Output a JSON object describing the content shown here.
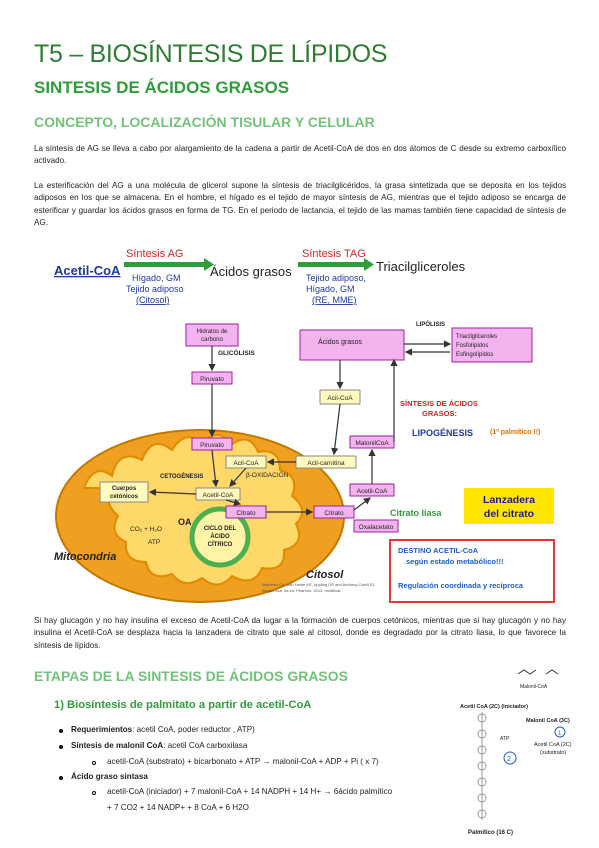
{
  "title": "T5 – BIOSÍNTESIS DE LÍPIDOS",
  "section_title": "SINTESIS DE ÁCIDOS GRASOS",
  "subsection_1": "CONCEPTO, LOCALIZACIÓN TISULAR Y CELULAR",
  "paragraphs": {
    "p1": "La síntesis de AG se lleva a cabo por alargamiento de la cadena a partir de Acetil-CoA de dos en dos átomos de C desde su extremo carboxílico activado.",
    "p2": "La esterificación del AG a una molécula de glicerol supone la síntesis de triacilglicéridos, la grasa sintetizada que se deposita en los tejidos adiposos en los que se almacena. En el hombre, el hígado es el tejido de mayor síntesis de AG, mientras que el tejido adiposo se encarga de esterificar y guardar los ácidos grasos en forma de TG. En el periodo de lactancia, el tejido de las mamas también tiene capacidad de síntesis de AG.",
    "p3": "Si hay glucagón y no hay insulina el exceso de Acetil-CoA da lugar a la formación de cuerpos cetónicos, mientras que si hay glucagón y no hay insulina el Acetil-CoA se desplaza hacia la lanzadera de citrato que sale al citosol, donde es degradado por la citrato liasa, lo que favorece la síntesis de lípidos."
  },
  "figure": {
    "acetil_coa": "Acetil-CoA",
    "sintesis_ag": "Síntesis AG",
    "sintesis_ag_loc1": "Hígado, GM",
    "sintesis_ag_loc2": "Tejido adiposo",
    "sintesis_ag_loc3": "(Citosol)",
    "acidos_grasos": "Ácidos grasos",
    "sintesis_tag": "Síntesis TAG",
    "sintesis_tag_loc1": "Tejido adiposo,",
    "sintesis_tag_loc2": "Hígado, GM",
    "sintesis_tag_loc3": "(RE, MME)",
    "triacilgliceroles": "Triacilgliceroles",
    "hidratos_1": "Hidratos de",
    "hidratos_2": "carbono",
    "glucolisis": "GLICÓLISIS",
    "piruvato_cyt": "Piruvato",
    "piruvato_mit": "Piruvato",
    "acidos_grasos_box": "Ácidos grasos",
    "lipolisis": "LIPÓLISIS",
    "lip_1": "Triacilgliceroles",
    "lip_2": "Fosfolípidos",
    "lip_3": "Esfingolípidos",
    "acil_coa_cyt": "Acil-CoA",
    "acil_coa_mit": "Acil-CoA",
    "b_oxidacion": "β-OXIDACIÓN",
    "acil_carnitina": "Acil-carnitina",
    "malonil_coa": "MalonilCoA",
    "sintesis_acidos_1": "SÍNTESIS DE ÁCIDOS",
    "sintesis_acidos_2": "GRASOS:",
    "lipogenesis": "LIPOGÉNESIS",
    "palmitico_note": "(1º palmítico !!)",
    "cetogenesis": "CETOGÉNESIS",
    "cuerpos_1": "Cuerpos",
    "cuerpos_2": "cetónicos",
    "acetil_coa_mit": "Acetil-CoA",
    "acetil_coa_cyt": "Acetil-CoA",
    "citrato_mit": "Citrato",
    "citrato_cyt": "Citrato",
    "citrato_liasa": "Citrato liasa",
    "oxalacetato": "Oxalacetato",
    "oa": "OA",
    "co2_h2o": "CO₂ + H₂O",
    "atp": "ATP",
    "ciclo_1": "CICLO DEL",
    "ciclo_2": "ÁCIDO",
    "ciclo_3": "CÍTRICO",
    "mitocondria": "Mitocondria",
    "citosol": "Citosol",
    "lanzadera_1": "Lanzadera",
    "lanzadera_2": "del citrato",
    "destino_1": "DESTINO  ACETIL-CoA",
    "destino_2": "según estado metabólico!!!",
    "regulacion": "Regulación  coordinada  y recíproca",
    "ref_1": "Mathews CK, Van Holde KE, Appling DR and Anthony-Cahill SJ,",
    "ref_2": "Bioquímica, 4a ed. Pearson, 2013, modificat"
  },
  "subsection_2": "ETAPAS DE LA SINTESIS DE ÁCIDOS GRASOS",
  "step_1_title": "1)  Biosíntesis de palmitato a partir de acetil-CoA",
  "bullets": {
    "req_label": "Requerimientos",
    "req_text": ": acetil CoA, poder reductor , ATP)",
    "malonil_label": "Síntesis de malonil CoA",
    "malonil_text": ": acetil CoA carboxilasa",
    "malonil_sub": "acetil-CoA (substrato) + bicarbonato + ATP → malonil-CoA + ADP + Pi ( x 7)",
    "sintasa_label": "Ácido graso sintasa",
    "sintasa_sub_1": "acetil-CoA (iniciador) + 7 malonil-CoA + 14 NADPH + 14 H+ → 6ácido palmítico",
    "sintasa_sub_2": "+ 7 CO2 + 14 NADP+ + 8 CoA + 6 H2O"
  },
  "side_figure": {
    "malonil_caption": "Malonil-CoA",
    "acetil_iniciador": "Acetil CoA (2C) (iniciador)",
    "malonil_3c": "Malonil CoA (3C)",
    "acetil_substrato_1": "Acetil CoA (2C)",
    "acetil_substrato_2": "(substrato)",
    "atp": "ATP",
    "palmitico": "Palmítico (16 C)",
    "num_1": "1",
    "num_2": "2"
  },
  "colors": {
    "title_green": "#2e7d32",
    "light_green": "#72c37a",
    "pink_box": "#f3b3ef",
    "pink_border": "#a020a0",
    "yellow_box": "#fffbbf",
    "mito_orange": "#f0a020"
  }
}
